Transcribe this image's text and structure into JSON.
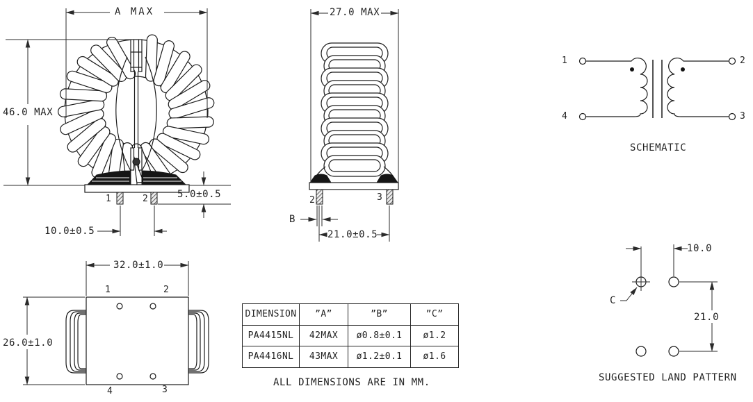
{
  "drawing": {
    "front_view": {
      "width_dim": "A MAX",
      "height_dim": "46.0 MAX",
      "standoff_dim": "5.0±0.5",
      "pin_pitch_dim": "10.0±0.5",
      "pin_labels": {
        "p1": "1",
        "p2": "2"
      }
    },
    "side_view": {
      "width_dim": "27.0 MAX",
      "pin_dia_ref": "B",
      "pin_pitch_dim": "21.0±0.5",
      "pin_labels": {
        "p2": "2",
        "p3": "3"
      }
    },
    "schematic": {
      "title": "SCHEMATIC",
      "terminals": {
        "t1": "1",
        "t2": "2",
        "t3": "3",
        "t4": "4"
      }
    },
    "bottom_view": {
      "width_dim": "32.0±1.0",
      "height_dim": "26.0±1.0",
      "pin_labels": {
        "p1": "1",
        "p2": "2",
        "p3": "3",
        "p4": "4"
      }
    },
    "table": {
      "headers": [
        "DIMENSION",
        "”A”",
        "”B”",
        "”C”"
      ],
      "rows": [
        [
          "PA4415NL",
          "42MAX",
          "ø0.8±0.1",
          "ø1.2"
        ],
        [
          "PA4416NL",
          "43MAX",
          "ø1.2±0.1",
          "ø1.6"
        ]
      ],
      "note": "ALL DIMENSIONS ARE IN MM."
    },
    "land_pattern": {
      "title": "SUGGESTED LAND PATTERN",
      "h_pitch_dim": "10.0",
      "v_pitch_dim": "21.0",
      "hole_ref": "C"
    },
    "line_color": "#1a1a1a"
  }
}
